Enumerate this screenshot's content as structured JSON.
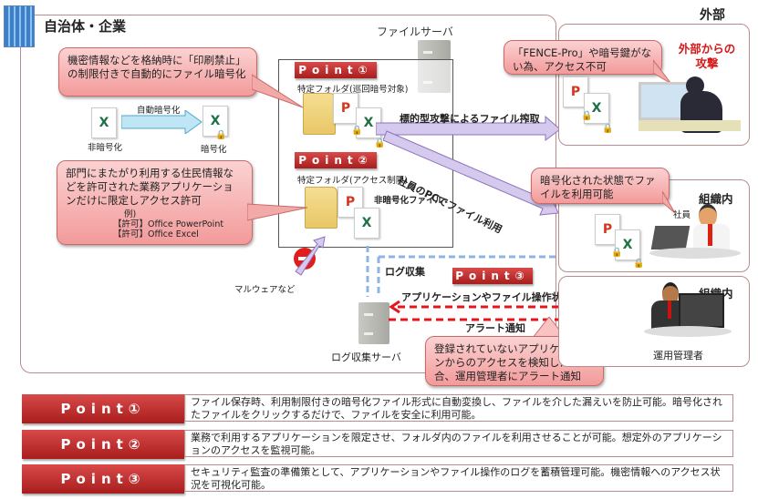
{
  "org_title": "自治体・企業",
  "external_title": "外部",
  "file_server": {
    "label": "ファイルサーバ",
    "point1_label": "Point①",
    "folder1_label": "特定フォルダ(巡回暗号対象)",
    "point2_label": "Point②",
    "folder2_label": "特定フォルダ(アクセス制限)",
    "unencrypted_file_label": "非暗号化ファイル"
  },
  "callouts": {
    "encrypt": "機密情報などを格納時に「印刷禁止」の制限付きで自動的にファイル暗号化",
    "access_limit": "部門にまたがり利用する住民情報などを許可された業務アプリケーションだけに限定しアクセス許可",
    "access_limit_example_header": "例)",
    "access_limit_examples": [
      "【許可】Office PowerPoint",
      "【許可】Office Excel"
    ],
    "external_no_access": "「FENCE-Pro」や暗号鍵がない為、アクセス不可",
    "employee_use": "暗号化された状態でファイルを利用可能",
    "alert": "登録されていないアプリケーションからのアクセスを検知した場合、運用管理者にアラート通知"
  },
  "auto_encrypt": {
    "arrow_label": "自動暗号化",
    "before_label": "非暗号化",
    "after_label": "暗号化"
  },
  "arrows": {
    "targeted_attack": "標的型攻撃によるファイル搾取",
    "employee_pc_use": "社員のPCでファイル利用",
    "log_collection": "ログ収集",
    "app_check": "アプリケーションやファイル操作状況の確認",
    "alert_notify": "アラート通知"
  },
  "malware_label": "マルウェアなど",
  "log_server_label": "ログ収集サーバ",
  "point3_label": "Point③",
  "external_attack_label": "外部からの攻撃",
  "org_inside_label": "組織内",
  "employee_label": "社員",
  "admin_label": "運用管理者",
  "points": [
    {
      "label": "Point①",
      "desc": "ファイル保存時、利用制限付きの暗号化ファイル形式に自動変換し、ファイルを介した漏えいを防止可能。暗号化されたファイルをクリックするだけで、ファイルを安全に利用可能。"
    },
    {
      "label": "Point②",
      "desc": "業務で利用するアプリケーションを限定させ、フォルダ内のファイルを利用させることが可能。想定外のアプリケーションのアクセスを監視可能。"
    },
    {
      "label": "Point③",
      "desc": "セキュリティ監査の準備策として、アプリケーションやファイル操作のログを蓄積管理可能。機密情報へのアクセス状況を可視化可能。"
    }
  ],
  "colors": {
    "point_red": "#b82828",
    "callout_pink": "#f6b4b4",
    "arrow_purple": "#c9b8e6",
    "alert_red": "#e8141b",
    "log_blue": "#8fb4e3"
  }
}
